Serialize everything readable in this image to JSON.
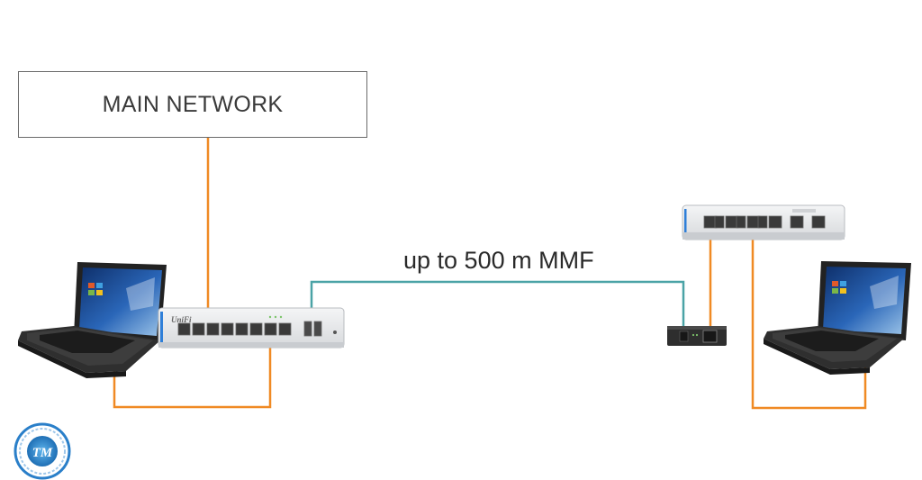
{
  "main_network": {
    "label": "MAIN NETWORK"
  },
  "fiber_link": {
    "label": "up to 500 m MMF"
  },
  "switch_left": {
    "brand": "UniFi",
    "ports": 8,
    "sfp_ports": 2
  },
  "switch_right": {
    "ports": 8
  },
  "logo": {
    "initials": "TM"
  },
  "colors": {
    "copper_cable": "#f08a24",
    "fiber_cable": "#4aa3a6",
    "laptop_body": "#2b2b2b",
    "switch_body": "#e9eaec",
    "screen_blue": "#1e4f9c",
    "logo_blue": "#2a7fc9"
  },
  "icons": [
    "laptop-icon",
    "switch-icon",
    "media-converter-icon",
    "logo-badge-icon"
  ]
}
